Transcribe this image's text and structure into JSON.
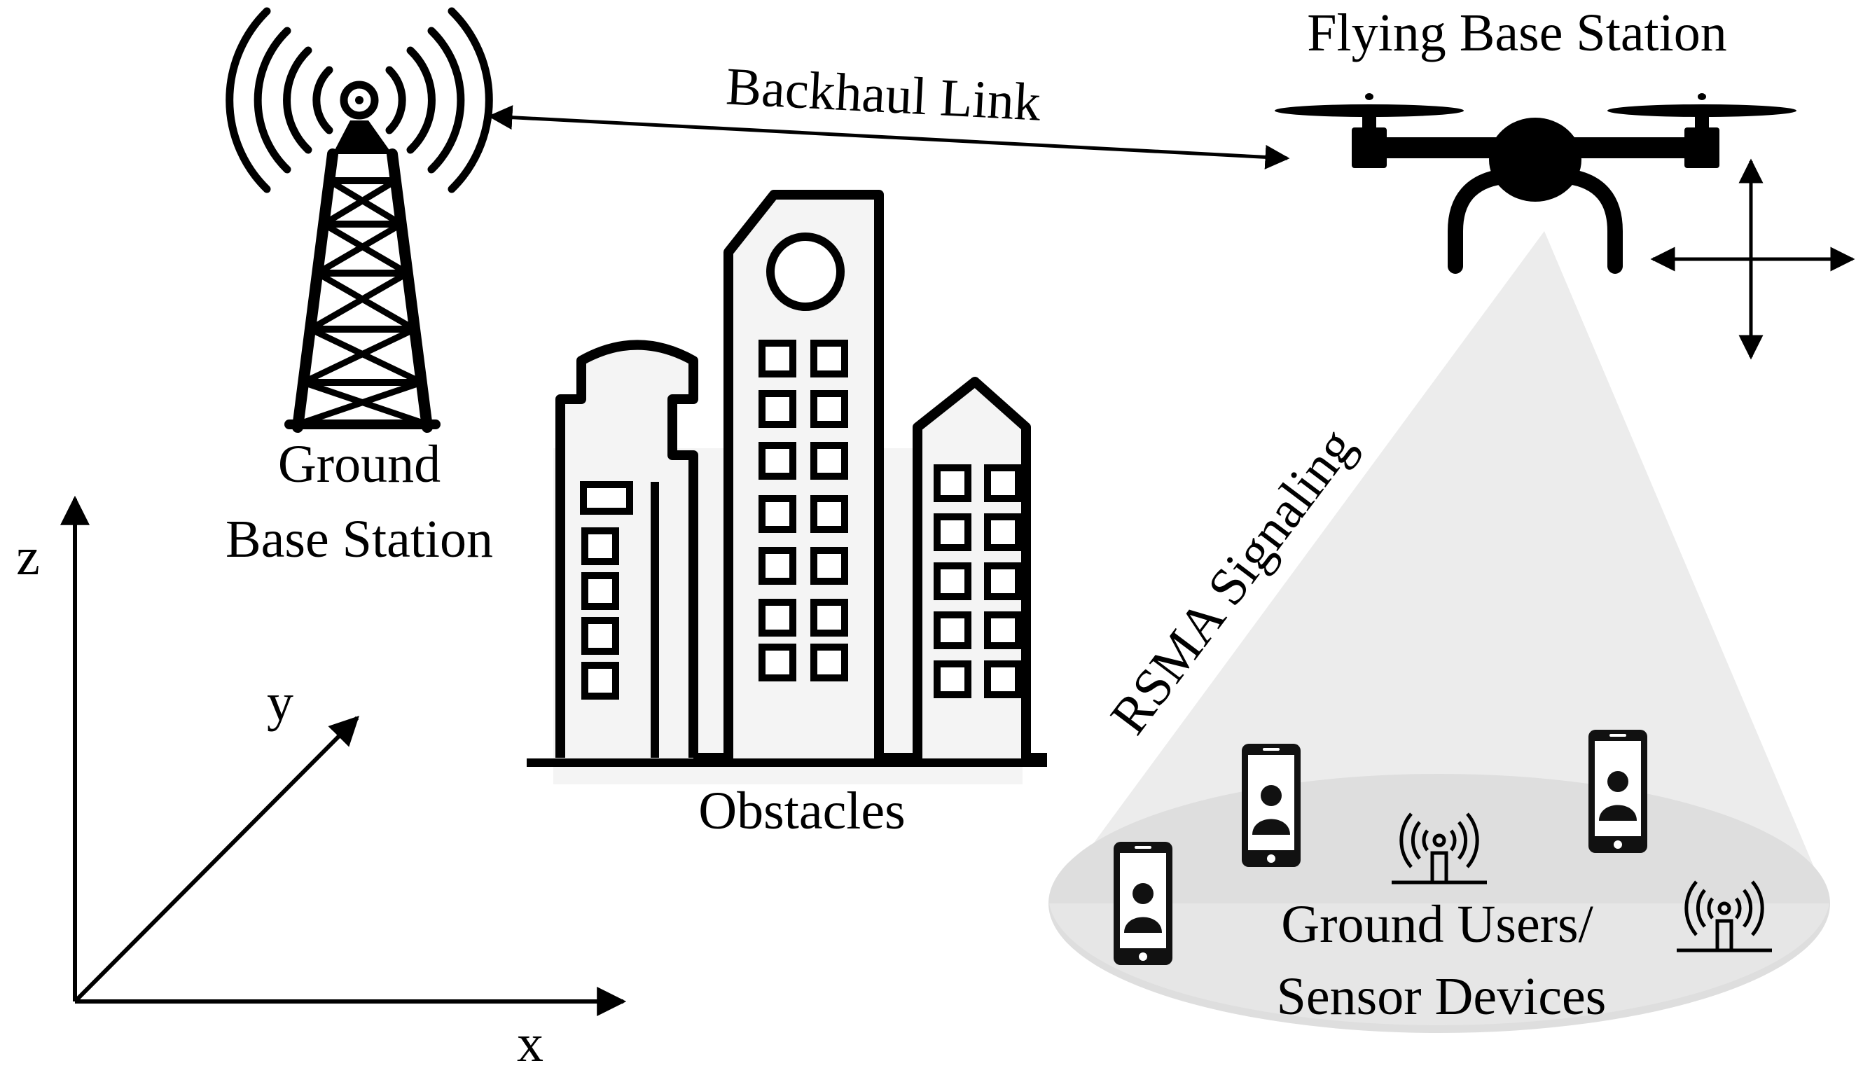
{
  "labels": {
    "ground_base_station_line1": "Ground",
    "ground_base_station_line2": "Base Station",
    "flying_base_station": "Flying Base Station",
    "backhaul_link": "Backhaul Link",
    "rsma_signaling": "RSMA Signaling",
    "obstacles": "Obstacles",
    "ground_users_line1": "Ground Users/",
    "ground_users_line2": "Sensor Devices"
  },
  "axes": {
    "x": "x",
    "y": "y",
    "z": "z"
  },
  "colors": {
    "ink": "#000000",
    "cone": "#ececec",
    "ground_ellipse": "#dedede",
    "building_fill": "#f4f4f4"
  },
  "icons": [
    "tower-icon",
    "drone-icon",
    "building-icon",
    "smartphone-user-icon",
    "sensor-antenna-icon",
    "move-arrows-icon"
  ]
}
